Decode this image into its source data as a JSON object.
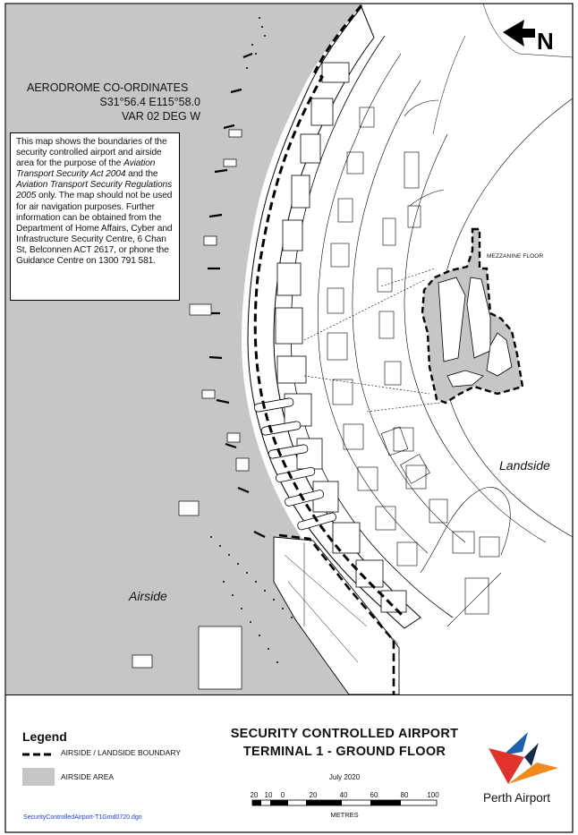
{
  "coordinates": {
    "heading": "AERODROME CO-ORDINATES",
    "position": "S31°56.4 E115°58.0",
    "variation": "VAR 02 DEG W"
  },
  "note": {
    "part1": "This map shows the boundaries of the security controlled airport and airside area for the purpose of the ",
    "act": "Aviation Transport Security Act 2004",
    "part2": " and the ",
    "regs": "Aviation Transport Security Regulations 2005",
    "part3": " only. The map should not be used for air navigation purposes. Further information can be obtained from the Department of Home Affairs, Cyber and Infrastructure Security Centre, 6 Chan St, Belconnen ACT 2617, or phone the Guidance Centre on 1300 791 581."
  },
  "map_labels": {
    "landside": "Landside",
    "airside": "Airside",
    "mezzanine": "MEZZANINE FLOOR"
  },
  "north_arrow": {
    "letter": "N"
  },
  "legend": {
    "title": "Legend",
    "boundary": "AIRSIDE / LANDSIDE BOUNDARY",
    "area": "AIRSIDE AREA"
  },
  "title": {
    "line1": "SECURITY CONTROLLED AIRPORT",
    "line2": "TERMINAL 1 - GROUND FLOOR"
  },
  "date": "July 2020",
  "scale": {
    "ticks": [
      "20",
      "10",
      "0",
      "20",
      "40",
      "60",
      "80",
      "100"
    ],
    "unit": "METRES"
  },
  "filename": "SecurityControlledAirport-T1Gmd0720.dgn",
  "logo": {
    "name": "Perth Airport"
  },
  "colors": {
    "airside_area": "#c6c6c6",
    "boundary": "#000000",
    "logo_red": "#e0332b",
    "logo_orange": "#f08a1d",
    "logo_blue": "#1f5fae",
    "logo_dark": "#1b2a4a",
    "filename_blue": "#1f3bd6"
  }
}
